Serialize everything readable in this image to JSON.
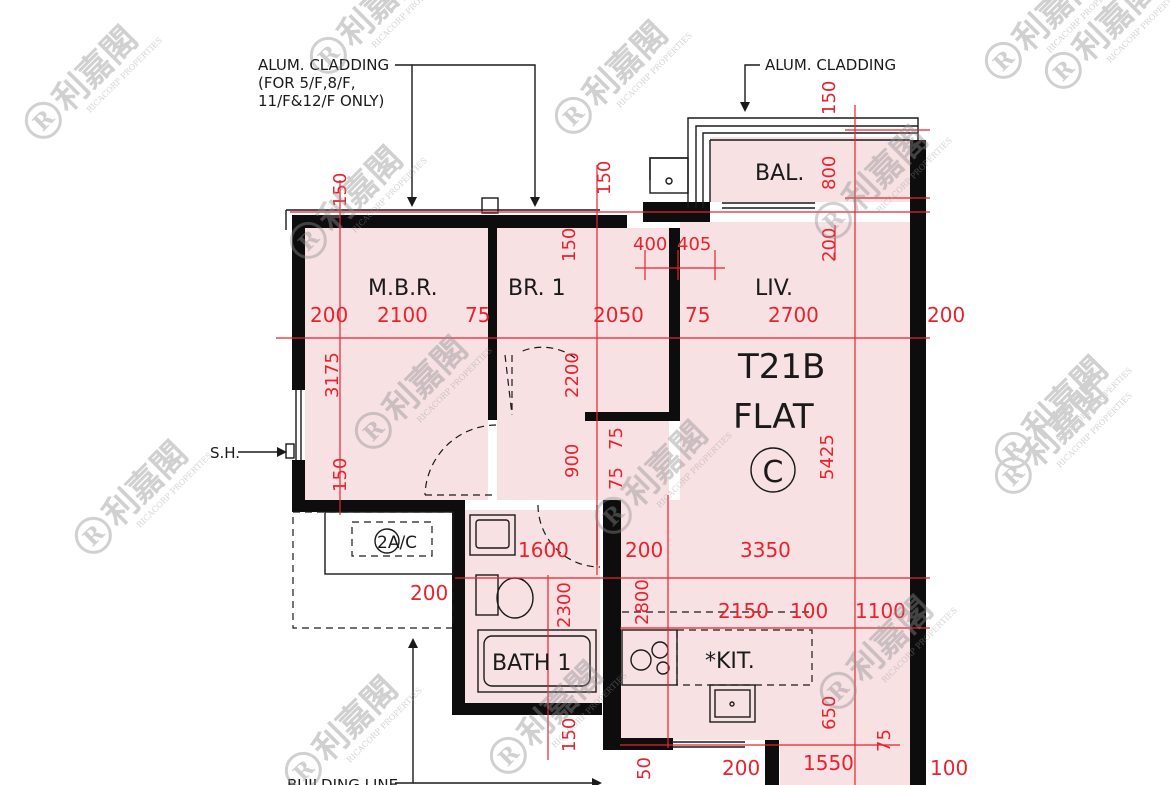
{
  "watermark": {
    "brand_cn": "利嘉閣",
    "brand_en": "RICACORP PROPERTIES"
  },
  "annotations": {
    "cladding_left_1": "ALUM. CLADDING",
    "cladding_left_2": "(FOR 5/F,8/F,",
    "cladding_left_3": "11/F&12/F ONLY)",
    "cladding_right": "ALUM. CLADDING",
    "sh": "S.H.",
    "building_line": "BUILDING LINE"
  },
  "rooms": {
    "mbr": "M.B.R.",
    "br1": "BR. 1",
    "liv": "LIV.",
    "bal": "BAL.",
    "bath": "BATH 1",
    "kit": "*KIT.",
    "ac": "2A/C"
  },
  "flat": {
    "code": "T21B",
    "word": "FLAT",
    "letter": "C"
  },
  "dimensions": {
    "d150_top_left": "150",
    "d150_top_mid": "150",
    "d150_bal_top": "150",
    "d800": "800",
    "d200_bal": "200",
    "d400": "400",
    "d405": "405",
    "d150_br1": "150",
    "d200_left": "200",
    "d2100": "2100",
    "d75_a": "75",
    "d2050": "2050",
    "d75_b": "75",
    "d2700": "2700",
    "d200_right": "200",
    "d3175": "3175",
    "d2200": "2200",
    "d75_c": "75",
    "d5425": "5425",
    "d150_mbr": "150",
    "d900": "900",
    "d75_d": "75",
    "d1600": "1600",
    "d200_kit": "200",
    "d3350": "3350",
    "d200_bath": "200",
    "d2300": "2300",
    "d2800": "2800",
    "d2150": "2150",
    "d100_a": "100",
    "d1100": "1100",
    "d650": "650",
    "d150_bottom": "150",
    "d75_e": "75",
    "d50": "50",
    "d200_bottom": "200",
    "d1550": "1550",
    "d100_b": "100"
  }
}
